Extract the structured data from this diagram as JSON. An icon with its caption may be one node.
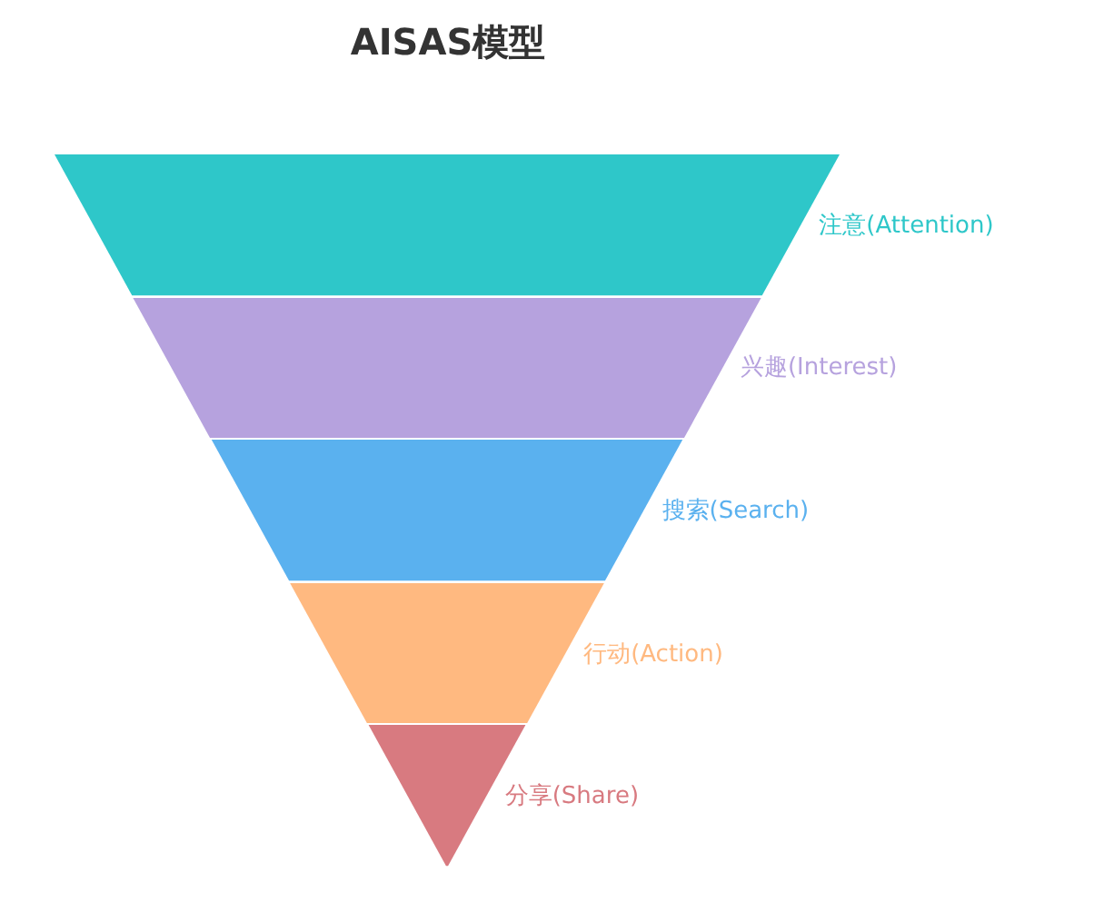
{
  "diagram": {
    "title": "AISAS模型",
    "nodes": [
      {
        "text": [
          "注意(Attention)"
        ]
      },
      {
        "text": [
          "兴趣(Interest)"
        ]
      },
      {
        "text": [
          "搜索(Search)"
        ]
      },
      {
        "text": [
          "行动(Action)"
        ]
      },
      {
        "text": [
          "分享(Share)"
        ]
      }
    ],
    "edges": []
  }
}
